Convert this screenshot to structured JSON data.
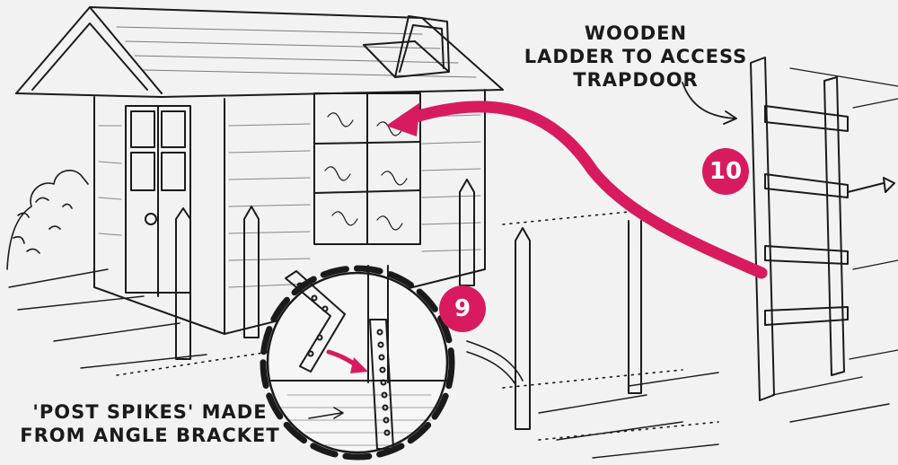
{
  "labels": {
    "ladder": [
      "WOODEN",
      "LADDER TO ACCESS",
      "TRAPDOOR"
    ],
    "spikes": [
      "'POST SPIKES' MADE",
      "FROM ANGLE BRACKET"
    ]
  },
  "badges": {
    "ten": "10",
    "nine": "9"
  },
  "colors": {
    "accent": "#d81b60",
    "ink": "#1a1a1a",
    "paper": "#f2f2f2"
  }
}
